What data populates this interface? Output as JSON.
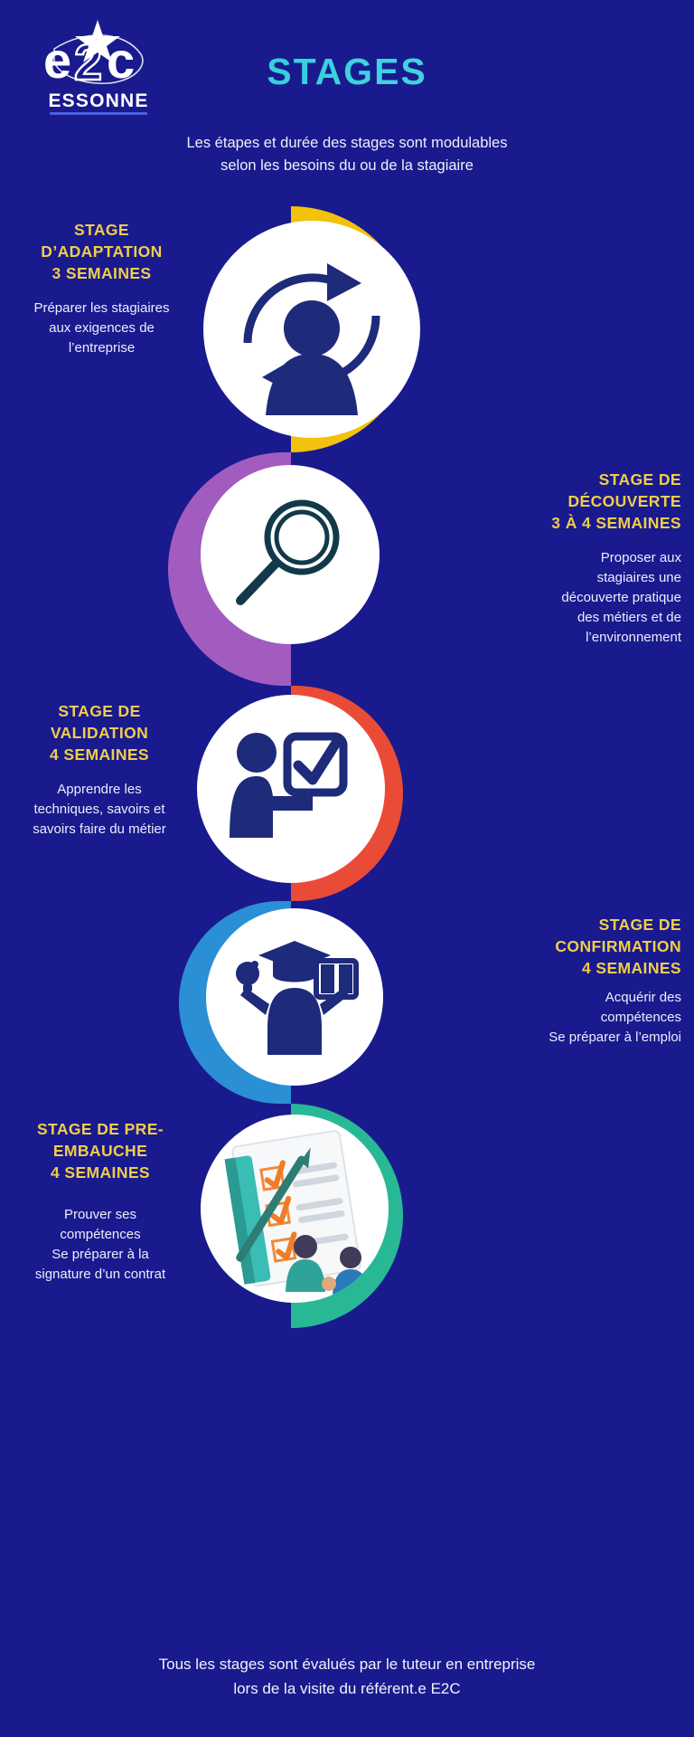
{
  "brand": {
    "logo_text": "e2c",
    "logo_sub": "ESSONNE",
    "logo_alt": "e2c-essonne-logo"
  },
  "header": {
    "title": "STAGES",
    "title_color_start": "#2ec4c4",
    "title_color_end": "#5fd6e6",
    "subtitle_line1": "Les étapes et durée des stages sont modulables",
    "subtitle_line2": "selon les besoins du ou de la stagiaire"
  },
  "theme": {
    "background": "#191a8e",
    "heading_gold": "#f0cd4a",
    "body_text": "#eceefa"
  },
  "steps": [
    {
      "id": "adaptation",
      "heading_line1": "STAGE",
      "heading_line2": "D’ADAPTATION",
      "heading_line3": "3 SEMAINES",
      "body_line1": "Préparer les stagiaires",
      "body_line2": "aux exigences de",
      "body_line3": "l’entreprise",
      "arc_color": "#f2c20c",
      "arc_side": "right",
      "text_side": "left",
      "icon": "person-refresh-icon"
    },
    {
      "id": "decouverte",
      "heading_line1": "STAGE DE",
      "heading_line2": "DÉCOUVERTE",
      "heading_line3": "3 À 4 SEMAINES",
      "body_line1": "Proposer aux",
      "body_line2": "stagiaires une",
      "body_line3": "découverte pratique",
      "body_line4": "des métiers et de",
      "body_line5": "l’environnement",
      "arc_color": "#a25cc0",
      "arc_side": "left",
      "text_side": "right",
      "icon": "magnifier-icon"
    },
    {
      "id": "validation",
      "heading_line1": "STAGE DE",
      "heading_line2": "VALIDATION",
      "heading_line3": "4 SEMAINES",
      "body_line1": "Apprendre les",
      "body_line2": "techniques, savoirs et",
      "body_line3": "savoirs faire du métier",
      "arc_color": "#ea4b36",
      "arc_side": "right",
      "text_side": "left",
      "icon": "person-checklist-icon"
    },
    {
      "id": "confirmation",
      "heading_line1": "STAGE DE",
      "heading_line2": "CONFIRMATION",
      "heading_line3": "4 SEMAINES",
      "body_line1": "Acquérir des",
      "body_line2": "compétences",
      "body_line3": "Se préparer à l’emploi",
      "arc_color": "#2a8fd4",
      "arc_side": "left",
      "text_side": "right",
      "icon": "graduate-skills-icon"
    },
    {
      "id": "pre-embauche",
      "heading_line1": "STAGE DE PRE-",
      "heading_line2": "EMBAUCHE",
      "heading_line3": "4 SEMAINES",
      "body_line1": "Prouver ses",
      "body_line2": "compétences",
      "body_line3": "Se préparer à la",
      "body_line4": "signature d’un contrat",
      "arc_color": "#29b896",
      "arc_side": "right",
      "text_side": "left",
      "icon": "contract-handshake-icon"
    }
  ],
  "footer": {
    "line1": "Tous les stages sont évalués par le tuteur en entreprise",
    "line2": "lors de la visite du référent.e E2C"
  }
}
